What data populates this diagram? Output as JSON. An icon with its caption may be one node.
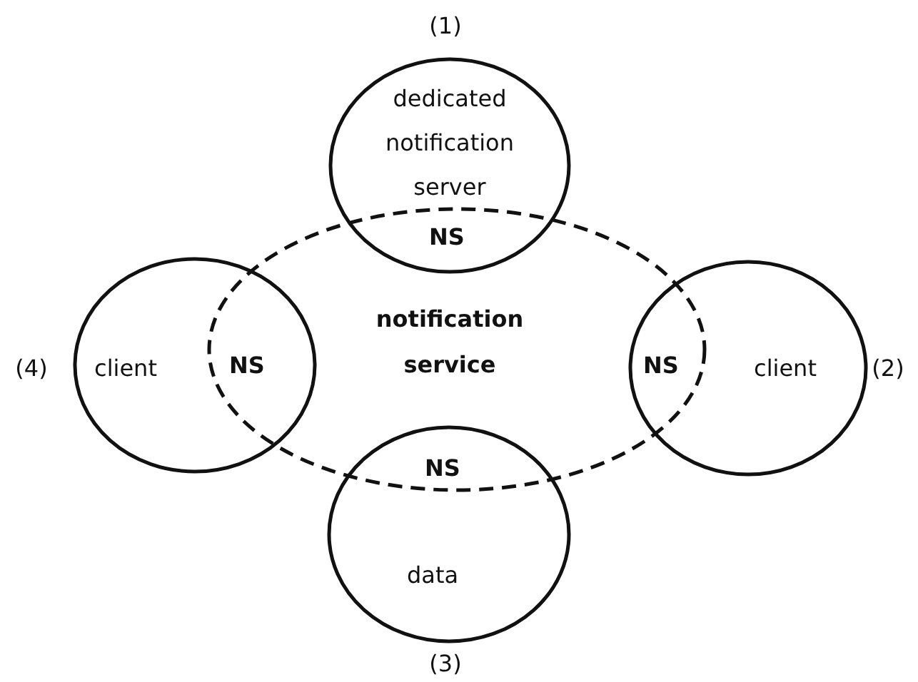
{
  "diagram": {
    "nodes": [
      {
        "text": [
          "notification service"
        ]
      },
      {
        "text": [
          "dedicated notification server",
          "NS"
        ],
        "beside": [
          "(1)"
        ]
      },
      {
        "text": [
          "NS",
          "client"
        ],
        "beside": [
          "(2)"
        ]
      },
      {
        "text": [
          "NS",
          "data"
        ],
        "beside": [
          "(3)"
        ]
      },
      {
        "text": [
          "client",
          "NS"
        ],
        "beside": [
          "(4)"
        ]
      }
    ]
  }
}
